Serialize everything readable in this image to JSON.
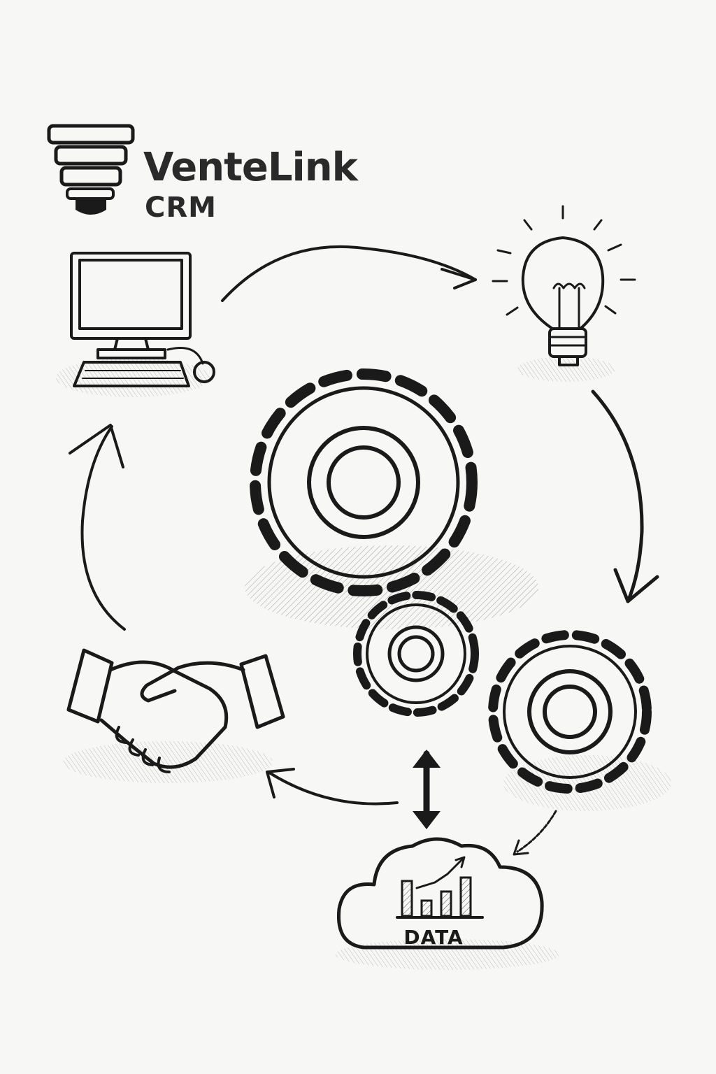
{
  "brand": {
    "name": "VenteLink",
    "subtitle": "CRM",
    "logo_icon": "funnel-icon"
  },
  "cycle": {
    "nodes": [
      {
        "icon": "computer-icon"
      },
      {
        "icon": "lightbulb-icon"
      },
      {
        "icon": "gears-icon"
      },
      {
        "icon": "data-cloud-icon",
        "label": "DATA"
      },
      {
        "icon": "handshake-icon"
      }
    ]
  },
  "colors": {
    "ink": "#1a1a1a",
    "paper": "#f7f7f5"
  }
}
